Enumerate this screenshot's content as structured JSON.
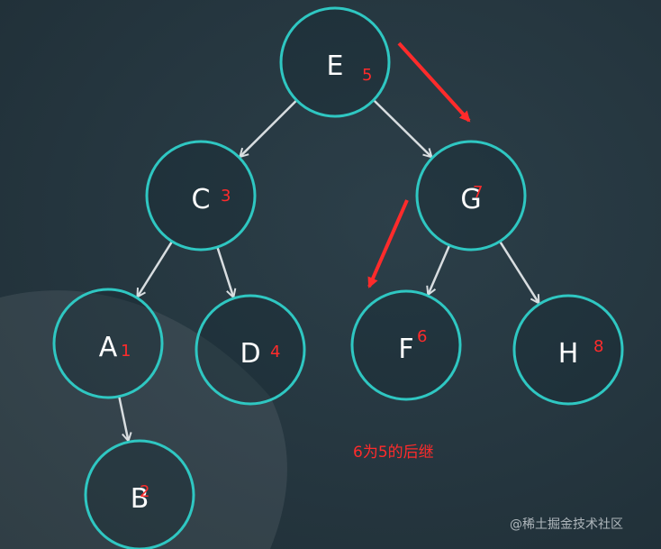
{
  "colors": {
    "node_stroke": "#2fc7c2",
    "edge": "#d8dde0",
    "annotation": "#ff2b2b"
  },
  "nodes": [
    {
      "id": "E",
      "label": "E",
      "order": "5"
    },
    {
      "id": "C",
      "label": "C",
      "order": "3"
    },
    {
      "id": "G",
      "label": "G",
      "order": "7"
    },
    {
      "id": "A",
      "label": "A",
      "order": "1"
    },
    {
      "id": "D",
      "label": "D",
      "order": "4"
    },
    {
      "id": "F",
      "label": "F",
      "order": "6"
    },
    {
      "id": "H",
      "label": "H",
      "order": "8"
    },
    {
      "id": "B",
      "label": "B",
      "order": "2"
    }
  ],
  "edges": [
    {
      "from": "E",
      "to": "C"
    },
    {
      "from": "E",
      "to": "G"
    },
    {
      "from": "C",
      "to": "A"
    },
    {
      "from": "C",
      "to": "D"
    },
    {
      "from": "G",
      "to": "F"
    },
    {
      "from": "G",
      "to": "H"
    },
    {
      "from": "A",
      "to": "B"
    }
  ],
  "note": "6为5的后继",
  "watermark": "@稀土掘金技术社区"
}
